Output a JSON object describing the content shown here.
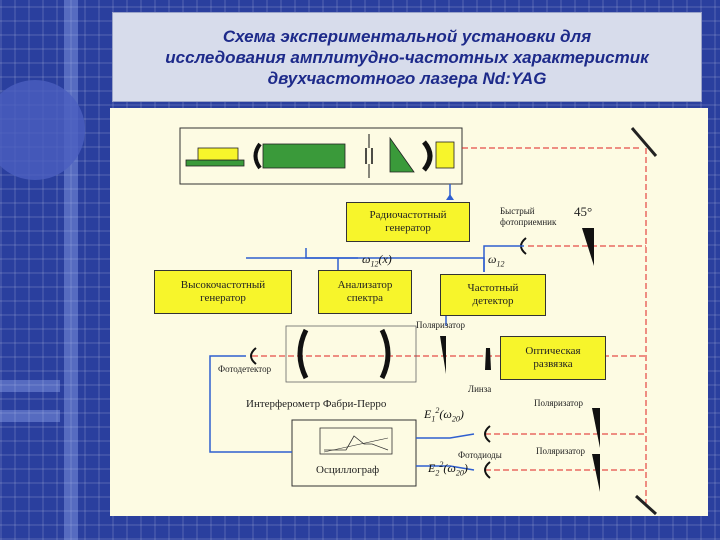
{
  "slide": {
    "title": "Схема экспериментальной установки для\nисследования амплитудно-частотных характеристик\nдвухчастотного лазера Nd:YAG"
  },
  "blocks": {
    "rf_generator": "Радиочастотный\nгенератор",
    "hf_generator": "Высокочастотный\nгенератор",
    "spectrum_analyzer": "Анализатор\nспектра",
    "frequency_detector": "Частотный\nдетектор",
    "optical_isolator": "Оптическая\nразвязка"
  },
  "labels": {
    "fast_photodetector": "Быстрый\nфотоприемник",
    "angle": "45°",
    "polarizer_center": "Поляризатор",
    "photodetector": "Фотодетектор",
    "lens": "Линза",
    "fabry_perot": "Интерферометр Фабри-Перро",
    "polarizer_right_1": "Поляризатор",
    "photodiodes": "Фотодиоды",
    "polarizer_right_2": "Поляризатор",
    "oscilloscope": "Осциллограф"
  },
  "math": {
    "omega12x": {
      "sym": "ω",
      "sub": "12",
      "tail": "(x)"
    },
    "omega12": {
      "sym": "ω",
      "sub": "12"
    },
    "e1": {
      "base": "E",
      "sub1": "1",
      "sup": "2",
      "arg": "(ω",
      "sub2": "20",
      "close": ")"
    },
    "e2": {
      "base": "E",
      "sub1": "2",
      "sup": "2",
      "arg": "(ω",
      "sub2": "20",
      "close": ")"
    }
  },
  "colors": {
    "background": "#2a3f9e",
    "block_fill": "#f7f52b",
    "wire": "#2f5fd0",
    "beam": "#e02020",
    "panel": "#fdfbe3"
  }
}
